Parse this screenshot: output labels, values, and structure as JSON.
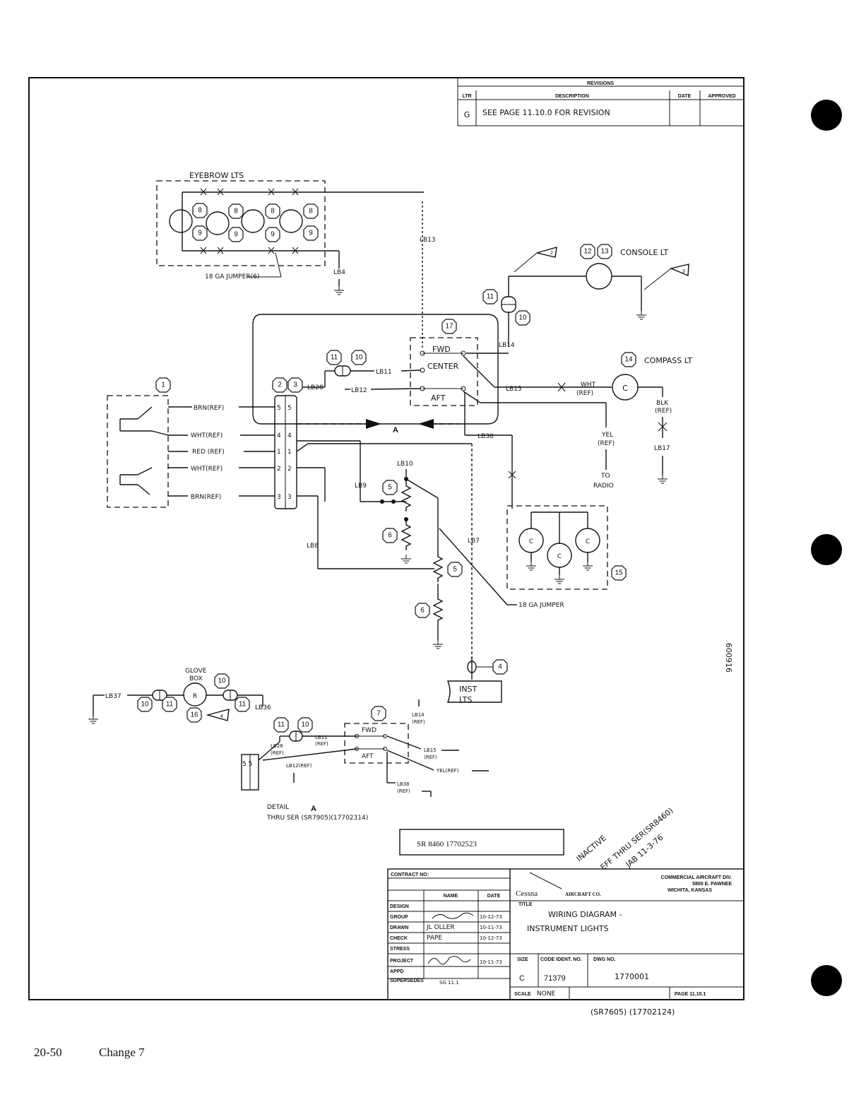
{
  "revisions": {
    "header": "REVISIONS",
    "col_ltr": "LTR",
    "col_description": "DESCRIPTION",
    "col_date": "DATE",
    "col_approved": "APPROVED",
    "row_ltr": "G",
    "row_description": "SEE PAGE 11.10.0 FOR REVISION"
  },
  "eyebrow": {
    "title": "EYEBROW LTS",
    "jumper": "18 GA JUMPER(6)",
    "lb4": "LB4",
    "lb13": "LB13"
  },
  "console": {
    "label": "CONSOLE LT",
    "n12": "12",
    "n13": "13",
    "n2": "2",
    "n3": "3",
    "n11": "11",
    "n10": "10"
  },
  "switch_main": {
    "n17": "17",
    "fwd": "FWD",
    "center": "CENTER",
    "aft": "AFT",
    "lb14": "LB14",
    "lb11": "LB11",
    "lb12": "LB12",
    "lb15": "LB15",
    "lb28": "LB28",
    "lb38": "LB38",
    "n11": "11",
    "n10": "10"
  },
  "compass": {
    "n14": "14",
    "label": "COMPASS LT",
    "wht": "WHT",
    "ref": "(REF)",
    "blk": "BLK",
    "blk_ref": "(REF)",
    "lb17": "LB17",
    "c": "C"
  },
  "radio": {
    "yel": "YEL",
    "ref": "(REF)",
    "to": "TO",
    "radio": "RADIO"
  },
  "connector": {
    "n1": "1",
    "n2": "2",
    "n3": "3",
    "brn1": "BRN(REF)",
    "wht1": "WHT(REF)",
    "red": "RED (REF)",
    "wht2": "WHT(REF)",
    "brn2": "BRN(REF)",
    "pins": [
      "5",
      "4",
      "1",
      "2",
      "3"
    ]
  },
  "arrow_label": "A",
  "dimmer": {
    "lb10": "LB10",
    "lb9": "LB9",
    "lb8": "LB8",
    "lb7": "LB7",
    "n5a": "5",
    "n6a": "6",
    "n5b": "5",
    "n6b": "6",
    "jumper": "18 GA JUMPER"
  },
  "post_lights": {
    "c": "C",
    "n15": "15"
  },
  "inst": {
    "n4": "4",
    "label1": "INST",
    "label2": "LTS"
  },
  "glove": {
    "title1": "GLOVE",
    "title2": "BOX",
    "r": "R",
    "lb37": "LB37",
    "lb36": "LB36",
    "n10a": "10",
    "n10b": "10",
    "n11a": "11",
    "n11b": "11",
    "n16": "16",
    "n4": "4"
  },
  "detail": {
    "n11": "11",
    "n10": "10",
    "n7": "7",
    "lb11": "LB11",
    "lb11ref": "(REF)",
    "lb28": "LB28",
    "lb28ref": "(REF)",
    "lb14": "LB14",
    "lb14ref": "(REF)",
    "fwd": "FWD",
    "aft": "AFT",
    "lb15": "LB15",
    "lb15ref": "(REF)",
    "yel": "YEL(REF)",
    "lb12": "LB12(REF)",
    "lb38": "LB38",
    "lb38ref": "(REF)",
    "pins": "5 5",
    "detail_a": "DETAIL",
    "thru": "THRU SER (SR7905)(17702314)"
  },
  "stamp": "SR 8460 17702523",
  "inactive": {
    "word": "INACTIVE",
    "line2": "EFF THRU SER(SR8460)",
    "line3": "JAB 11-3-76"
  },
  "side_number": "600916",
  "title_block": {
    "contract": "CONTRACT NO:",
    "name": "NAME",
    "date": "DATE",
    "design": "DESIGN",
    "group": "GROUP",
    "drawn": "DRAWN",
    "check": "CHECK",
    "stress": "STRESS",
    "project": "PROJECT",
    "appd": "APPD",
    "supersedes": "SUPERSEDES",
    "group_date": "10-12-73",
    "drawn_name": "JL OLLER",
    "drawn_date": "10-11-73",
    "check_name": "PAPE",
    "check_date": "10-12-73",
    "project_date": "10-11-73",
    "supersedes_val": "SG 11.1",
    "company": "Cessna",
    "company2": "AIRCRAFT CO.",
    "division": "COMMERCIAL AIRCRAFT DIV.",
    "address": "5800 E. PAWNEE",
    "city": "WICHITA, KANSAS",
    "title_lbl": "TITLE",
    "title1": "WIRING DIAGRAM -",
    "title2": "INSTRUMENT LIGHTS",
    "size_lbl": "SIZE",
    "size": "C",
    "code_lbl": "CODE IDENT. NO.",
    "code": "71379",
    "dwg_lbl": "DWG NO.",
    "dwg": "1770001",
    "scale_lbl": "SCALE",
    "scale": "NONE",
    "page": "PAGE 11.10.1"
  },
  "below_block": "(SR7605) (17702124)",
  "footer": {
    "page": "20-50",
    "change": "Change 7"
  }
}
